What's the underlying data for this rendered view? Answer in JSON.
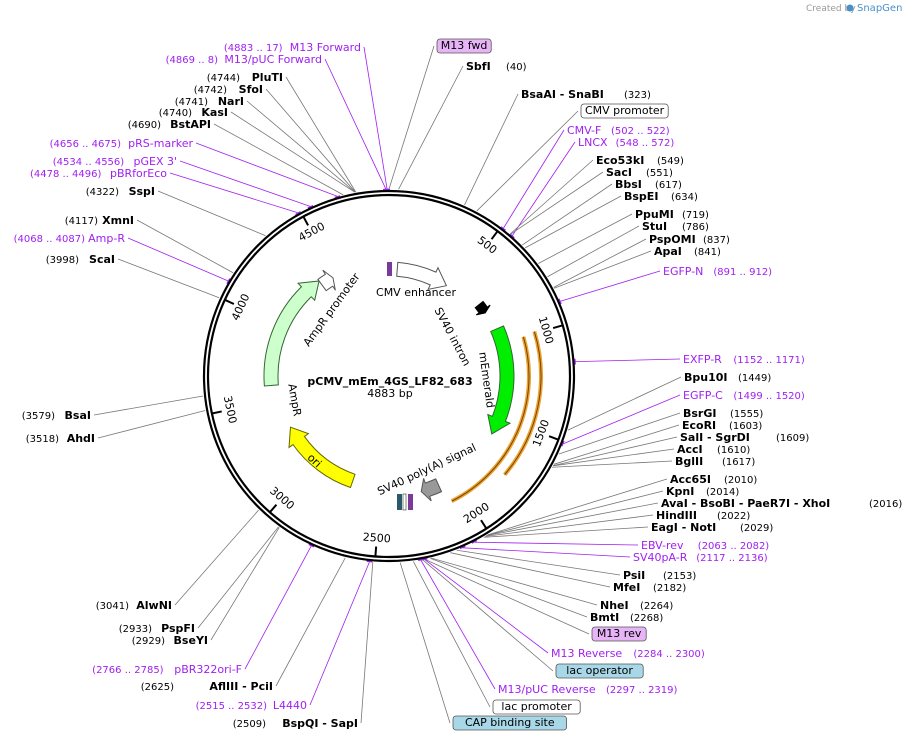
{
  "credit": {
    "prefix": "Created by",
    "brand": "SnapGene"
  },
  "plasmid": {
    "name": "pCMV_mEm_4GS_LF82_683",
    "length_label": "4883 bp",
    "length": 4883
  },
  "ticks": [
    {
      "pos": 500,
      "label": "500"
    },
    {
      "pos": 1000,
      "label": "1000"
    },
    {
      "pos": 1500,
      "label": "1500"
    },
    {
      "pos": 2000,
      "label": "2000"
    },
    {
      "pos": 2500,
      "label": "2500"
    },
    {
      "pos": 3000,
      "label": "3000"
    },
    {
      "pos": 3500,
      "label": "3500"
    },
    {
      "pos": 4000,
      "label": "4000"
    },
    {
      "pos": 4500,
      "label": "4500"
    }
  ],
  "features": [
    {
      "name": "CMV enhancer",
      "label": "CMV enhancer",
      "start": 60,
      "end": 440,
      "color": "#ffffff",
      "stroke": "#555555"
    },
    {
      "name": "SV40 intron",
      "label": "SV40 intron",
      "start": 700,
      "end": 770,
      "color": "#000000",
      "stroke": "#000000"
    },
    {
      "name": "mEmerald",
      "label": "mEmerald",
      "start": 900,
      "end": 1620,
      "color": "#00ee00",
      "stroke": "#336633"
    },
    {
      "name": "SV40 poly(A) signal",
      "label": "SV40 poly(A) signal",
      "start": 2110,
      "end": 2230,
      "color": "#999999",
      "stroke": "#555555"
    },
    {
      "name": "ori",
      "label": "ori",
      "start": 2700,
      "end": 3290,
      "color": "#ffff00",
      "stroke": "#666600"
    },
    {
      "name": "AmpR",
      "label": "AmpR",
      "start": 3600,
      "end": 4390,
      "color": "#ccffcc",
      "stroke": "#336633"
    },
    {
      "name": "AmpR promoter",
      "label": "AmpR promoter",
      "start": 4390,
      "end": 4480,
      "color": "#ffffff",
      "stroke": "#555555"
    }
  ],
  "labels": [
    {
      "pos": 4883,
      "kind": "feature",
      "text": "M13 fwd",
      "fill": "#e8b4f8",
      "stroke": "#555555"
    },
    {
      "pos": 4875,
      "kind": "primer",
      "pos_text": "(4883 .. 17)",
      "text": "M13 Forward"
    },
    {
      "pos": 4870,
      "kind": "primer",
      "pos_text": "(4869 .. 8)",
      "text": "M13/pUC Forward"
    },
    {
      "pos": 4744,
      "kind": "enzyme",
      "pos_text": "(4744)",
      "text": "PluTI"
    },
    {
      "pos": 4742,
      "kind": "enzyme",
      "pos_text": "(4742)",
      "text": "SfoI"
    },
    {
      "pos": 4741,
      "kind": "enzyme",
      "pos_text": "(4741)",
      "text": "NarI"
    },
    {
      "pos": 4740,
      "kind": "enzyme",
      "pos_text": "(4740)",
      "text": "KasI"
    },
    {
      "pos": 4690,
      "kind": "enzyme",
      "pos_text": "(4690)",
      "text": "BstAPI"
    },
    {
      "pos": 4665,
      "kind": "primer",
      "pos_text": "(4656 .. 4675)",
      "text": "pRS-marker"
    },
    {
      "pos": 4545,
      "kind": "primer",
      "pos_text": "(4534 .. 4556)",
      "text": "pGEX 3'"
    },
    {
      "pos": 4487,
      "kind": "primer",
      "pos_text": "(4478 .. 4496)",
      "text": "pBRforEco"
    },
    {
      "pos": 4322,
      "kind": "enzyme",
      "pos_text": "(4322)",
      "text": "SspI"
    },
    {
      "pos": 4117,
      "kind": "enzyme",
      "pos_text": "(4117)",
      "text": "XmnI"
    },
    {
      "pos": 4077,
      "kind": "primer",
      "pos_text": "(4068 .. 4087)",
      "text": "Amp-R"
    },
    {
      "pos": 3998,
      "kind": "enzyme",
      "pos_text": "(3998)",
      "text": "ScaI"
    },
    {
      "pos": 3579,
      "kind": "enzyme",
      "pos_text": "(3579)",
      "text": "BsaI"
    },
    {
      "pos": 3518,
      "kind": "enzyme",
      "pos_text": "(3518)",
      "text": "AhdI"
    },
    {
      "pos": 3041,
      "kind": "enzyme",
      "pos_text": "(3041)",
      "text": "AlwNI"
    },
    {
      "pos": 2933,
      "kind": "enzyme",
      "pos_text": "(2933)",
      "text": "PspFI"
    },
    {
      "pos": 2929,
      "kind": "enzyme",
      "pos_text": "(2929)",
      "text": "BseYI"
    },
    {
      "pos": 2775,
      "kind": "primer",
      "pos_text": "(2766 .. 2785)",
      "text": "pBR322ori-F"
    },
    {
      "pos": 2625,
      "kind": "enzyme",
      "pos_text": "(2625)",
      "text": "AflIII - PciI"
    },
    {
      "pos": 2523,
      "kind": "primer",
      "pos_text": "(2515 .. 2532)",
      "text": "L4440"
    },
    {
      "pos": 2509,
      "kind": "enzyme",
      "pos_text": "(2509)",
      "text": "BspQI - SapI"
    },
    {
      "pos": 40,
      "kind": "enzyme",
      "text": "SbfI",
      "pos_text": "(40)"
    },
    {
      "pos": 323,
      "kind": "enzyme",
      "text": "BsaAI - SnaBI",
      "pos_text": "(323)"
    },
    {
      "pos": 380,
      "kind": "feature",
      "text": "CMV promoter",
      "fill": "#ffffff",
      "stroke": "#555555"
    },
    {
      "pos": 512,
      "kind": "primer",
      "text": "CMV-F",
      "pos_text": "(502 .. 522)"
    },
    {
      "pos": 560,
      "kind": "primer",
      "text": "LNCX",
      "pos_text": "(548 .. 572)"
    },
    {
      "pos": 549,
      "kind": "enzyme",
      "text": "Eco53kI",
      "pos_text": "(549)"
    },
    {
      "pos": 551,
      "kind": "enzyme",
      "text": "SacI",
      "pos_text": "(551)"
    },
    {
      "pos": 617,
      "kind": "enzyme",
      "text": "BbsI",
      "pos_text": "(617)"
    },
    {
      "pos": 634,
      "kind": "enzyme",
      "text": "BspEI",
      "pos_text": "(634)"
    },
    {
      "pos": 719,
      "kind": "enzyme",
      "text": "PpuMI",
      "pos_text": "(719)"
    },
    {
      "pos": 786,
      "kind": "enzyme",
      "text": "StuI",
      "pos_text": "(786)"
    },
    {
      "pos": 837,
      "kind": "enzyme",
      "text": "PspOMI",
      "pos_text": "(837)"
    },
    {
      "pos": 841,
      "kind": "enzyme",
      "text": "ApaI",
      "pos_text": "(841)"
    },
    {
      "pos": 901,
      "kind": "primer",
      "text": "EGFP-N",
      "pos_text": "(891 .. 912)"
    },
    {
      "pos": 1161,
      "kind": "primer",
      "text": "EXFP-R",
      "pos_text": "(1152 .. 1171)"
    },
    {
      "pos": 1449,
      "kind": "enzyme",
      "text": "Bpu10I",
      "pos_text": "(1449)"
    },
    {
      "pos": 1509,
      "kind": "primer",
      "text": "EGFP-C",
      "pos_text": "(1499 .. 1520)"
    },
    {
      "pos": 1555,
      "kind": "enzyme",
      "text": "BsrGI",
      "pos_text": "(1555)"
    },
    {
      "pos": 1603,
      "kind": "enzyme",
      "text": "EcoRI",
      "pos_text": "(1603)"
    },
    {
      "pos": 1609,
      "kind": "enzyme",
      "text": "SalI - SgrDI",
      "pos_text": "(1609)"
    },
    {
      "pos": 1610,
      "kind": "enzyme",
      "text": "AccI",
      "pos_text": "(1610)"
    },
    {
      "pos": 1617,
      "kind": "enzyme",
      "text": "BglII",
      "pos_text": "(1617)"
    },
    {
      "pos": 2010,
      "kind": "enzyme",
      "text": "Acc65I",
      "pos_text": "(2010)"
    },
    {
      "pos": 2014,
      "kind": "enzyme",
      "text": "KpnI",
      "pos_text": "(2014)"
    },
    {
      "pos": 2016,
      "kind": "enzyme",
      "text": "AvaI - BsoBI - PaeR7I - XhoI",
      "pos_text": "(2016)"
    },
    {
      "pos": 2022,
      "kind": "enzyme",
      "text": "HindIII",
      "pos_text": "(2022)"
    },
    {
      "pos": 2029,
      "kind": "enzyme",
      "text": "EagI - NotI",
      "pos_text": "(2029)"
    },
    {
      "pos": 2072,
      "kind": "primer",
      "text": "EBV-rev",
      "pos_text": "(2063 .. 2082)"
    },
    {
      "pos": 2126,
      "kind": "primer",
      "text": "SV40pA-R",
      "pos_text": "(2117 .. 2136)"
    },
    {
      "pos": 2153,
      "kind": "enzyme",
      "text": "PsiI",
      "pos_text": "(2153)"
    },
    {
      "pos": 2182,
      "kind": "enzyme",
      "text": "MfeI",
      "pos_text": "(2182)"
    },
    {
      "pos": 2264,
      "kind": "enzyme",
      "text": "NheI",
      "pos_text": "(2264)"
    },
    {
      "pos": 2268,
      "kind": "enzyme",
      "text": "BmtI",
      "pos_text": "(2268)"
    },
    {
      "pos": 2290,
      "kind": "feature",
      "text": "M13 rev",
      "fill": "#e8b4f8",
      "stroke": "#555555"
    },
    {
      "pos": 2292,
      "kind": "primer",
      "text": "M13 Reverse",
      "pos_text": "(2284 .. 2300)"
    },
    {
      "pos": 2300,
      "kind": "feature",
      "text": "lac operator",
      "fill": "#a8d8e8",
      "stroke": "#555555"
    },
    {
      "pos": 2308,
      "kind": "primer",
      "text": "M13/pUC Reverse",
      "pos_text": "(2297 .. 2319)"
    },
    {
      "pos": 2340,
      "kind": "feature",
      "text": "lac promoter",
      "fill": "#ffffff",
      "stroke": "#555555"
    },
    {
      "pos": 2395,
      "kind": "feature",
      "text": "CAP binding site",
      "fill": "#a8d8e8",
      "stroke": "#555555"
    }
  ]
}
